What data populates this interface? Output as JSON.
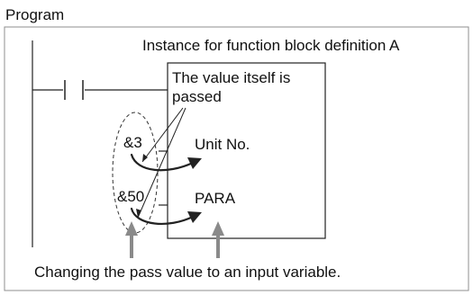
{
  "labels": {
    "program": "Program",
    "instance_title": "Instance for function block definition A",
    "callout_line1": "The value itself is",
    "callout_line2": "passed",
    "value_unit": "&3",
    "value_para": "&50",
    "var_unit": "Unit No.",
    "var_para": "PARA",
    "caption": "Changing the pass value to an input variable."
  },
  "colors": {
    "frame": "#8f8f8f",
    "line": "#222222",
    "gray_arrow": "#8a8a8a"
  }
}
